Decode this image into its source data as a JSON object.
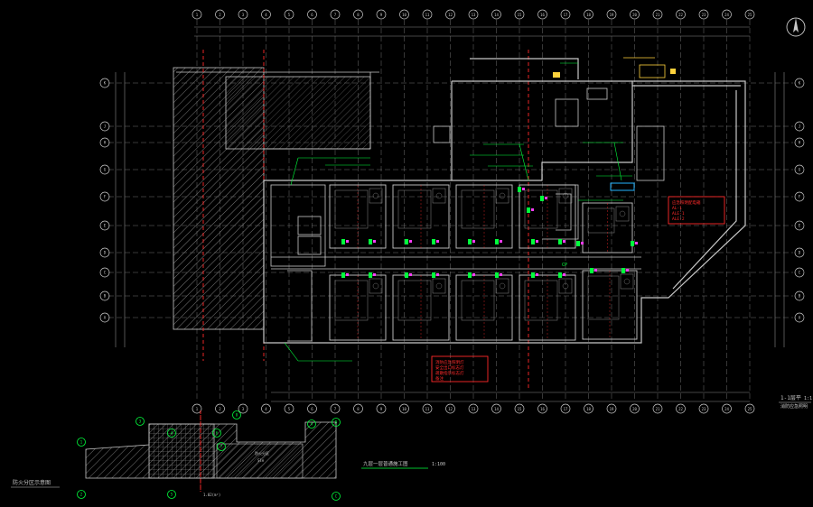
{
  "colors": {
    "background": "#000000",
    "grid": "#8a8a8a",
    "wall": "#c8c8c8",
    "hatch": "#7a7a7a",
    "red": "#ff2a2a",
    "green": "#00ff3c",
    "yellow": "#ffd23c",
    "cyan": "#25b5ff",
    "magenta": "#ff3cff"
  },
  "icons": [
    "north-arrow-icon"
  ],
  "labels": {
    "main_plan_title": "1-1层平",
    "main_plan_scale": "1:1",
    "main_plan_subtitle": "消防应急照明",
    "key_plan_title": "防火分区示意图",
    "key_plan_area_note": "1.02(m²)",
    "floor_plan_caption": "九层一层普通施工图",
    "floor_plan_scale": "1:100",
    "key_plan_zone_a": "防火分区",
    "key_plan_zone_b": "Sle"
  },
  "axes": {
    "top_columns": [
      "1",
      "2",
      "3",
      "4",
      "5",
      "6",
      "7",
      "8",
      "9",
      "10",
      "11",
      "12",
      "13",
      "14",
      "15",
      "16",
      "17",
      "18",
      "19",
      "20",
      "21",
      "22",
      "23",
      "24",
      "25"
    ],
    "bottom_columns": [
      "1",
      "2",
      "3",
      "4",
      "5",
      "6",
      "7",
      "8",
      "9",
      "10",
      "11",
      "12",
      "13",
      "14",
      "15",
      "16",
      "17",
      "18",
      "19",
      "20",
      "21",
      "22",
      "23",
      "24",
      "25"
    ],
    "left_rows": [
      "K",
      "J",
      "H",
      "G",
      "F",
      "E",
      "D",
      "C",
      "B",
      "A"
    ],
    "right_rows": [
      "K",
      "J",
      "H",
      "G",
      "F",
      "E",
      "D",
      "C",
      "B",
      "A"
    ],
    "key_plan_marks": [
      "1",
      "2",
      "3",
      "4",
      "5",
      "6",
      "7",
      "8",
      "A",
      "B",
      "C"
    ]
  },
  "notes": {
    "red_box_right": [
      "应急照明配电箱",
      "AL-1",
      "ALE-1",
      "ALE-2"
    ],
    "red_box_bottom": [
      "消防应急照明灯",
      "安全出口标志灯",
      "疏散指示标志灯",
      "备注"
    ],
    "green_tag": "CP"
  }
}
